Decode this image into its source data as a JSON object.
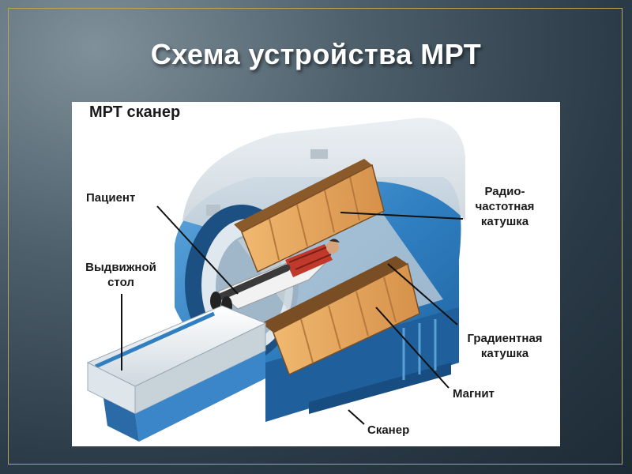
{
  "slide": {
    "title": "Схема устройства МРТ"
  },
  "diagram": {
    "heading": "МРТ сканер",
    "labels": {
      "patient": "Пациент",
      "table_line1": "Выдвижной",
      "table_line2": "стол",
      "rf_line1": "Радио-",
      "rf_line2": "частотная",
      "rf_line3": "катушка",
      "grad_line1": "Градиентная",
      "grad_line2": "катушка",
      "magnet": "Магнит",
      "scanner": "Сканер"
    }
  },
  "colors": {
    "frame": "#b9a65a",
    "scanner_blue": "#2f7fc1",
    "coil_orange": "#e2a35b",
    "table_white": "#eef2f5"
  }
}
